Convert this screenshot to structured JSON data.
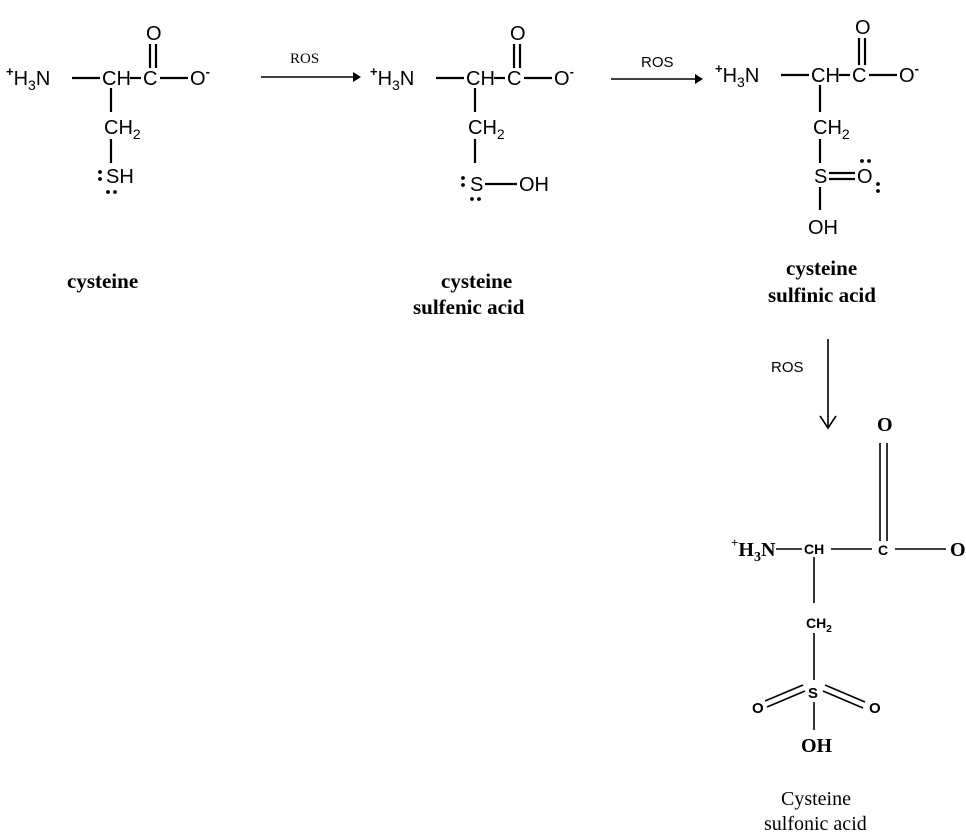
{
  "reagent": "ROS",
  "molecules": {
    "cysteine": {
      "name": "cysteine",
      "atoms": {
        "amine_charge": "+",
        "amine_h": "H",
        "amine_sub": "3",
        "amine_n": "N",
        "alpha": "CH",
        "carboxyl_c": "C",
        "carbonyl_o": "O",
        "carboxylate_o": "O",
        "carboxylate_charge": "-",
        "methylene": "CH",
        "methylene_sub": "2",
        "thiol": "SH"
      }
    },
    "sulfenic": {
      "name_line1": "cysteine",
      "name_line2": "sulfenic acid",
      "atoms": {
        "amine_charge": "+",
        "amine_h": "H",
        "amine_sub": "3",
        "amine_n": "N",
        "alpha": "CH",
        "carboxyl_c": "C",
        "carbonyl_o": "O",
        "carboxylate_o": "O",
        "carboxylate_charge": "-",
        "methylene": "CH",
        "methylene_sub": "2",
        "sulfur": "S",
        "hydroxyl": "OH"
      }
    },
    "sulfinic": {
      "name_line1": "cysteine",
      "name_line2": "sulfinic acid",
      "atoms": {
        "amine_charge": "+",
        "amine_h": "H",
        "amine_sub": "3",
        "amine_n": "N",
        "alpha": "CH",
        "carboxyl_c": "C",
        "carbonyl_o": "O",
        "carboxylate_o": "O",
        "carboxylate_charge": "-",
        "methylene": "CH",
        "methylene_sub": "2",
        "sulfur": "S",
        "sulfinyl_o": "O",
        "hydroxyl": "OH"
      }
    },
    "sulfonic": {
      "name_line1": "Cysteine",
      "name_line2": "sulfonic acid",
      "atoms": {
        "amine_charge": "+",
        "amine_h": "H",
        "amine_sub": "3",
        "amine_n": "N",
        "alpha": "CH",
        "carboxyl_c": "C",
        "carbonyl_o": "O",
        "carboxylate_o": "O",
        "methylene": "CH",
        "methylene_sub": "2",
        "sulfur": "S",
        "sulfonyl_o_left": "O",
        "sulfonyl_o_right": "O",
        "hydroxyl": "OH"
      }
    }
  }
}
